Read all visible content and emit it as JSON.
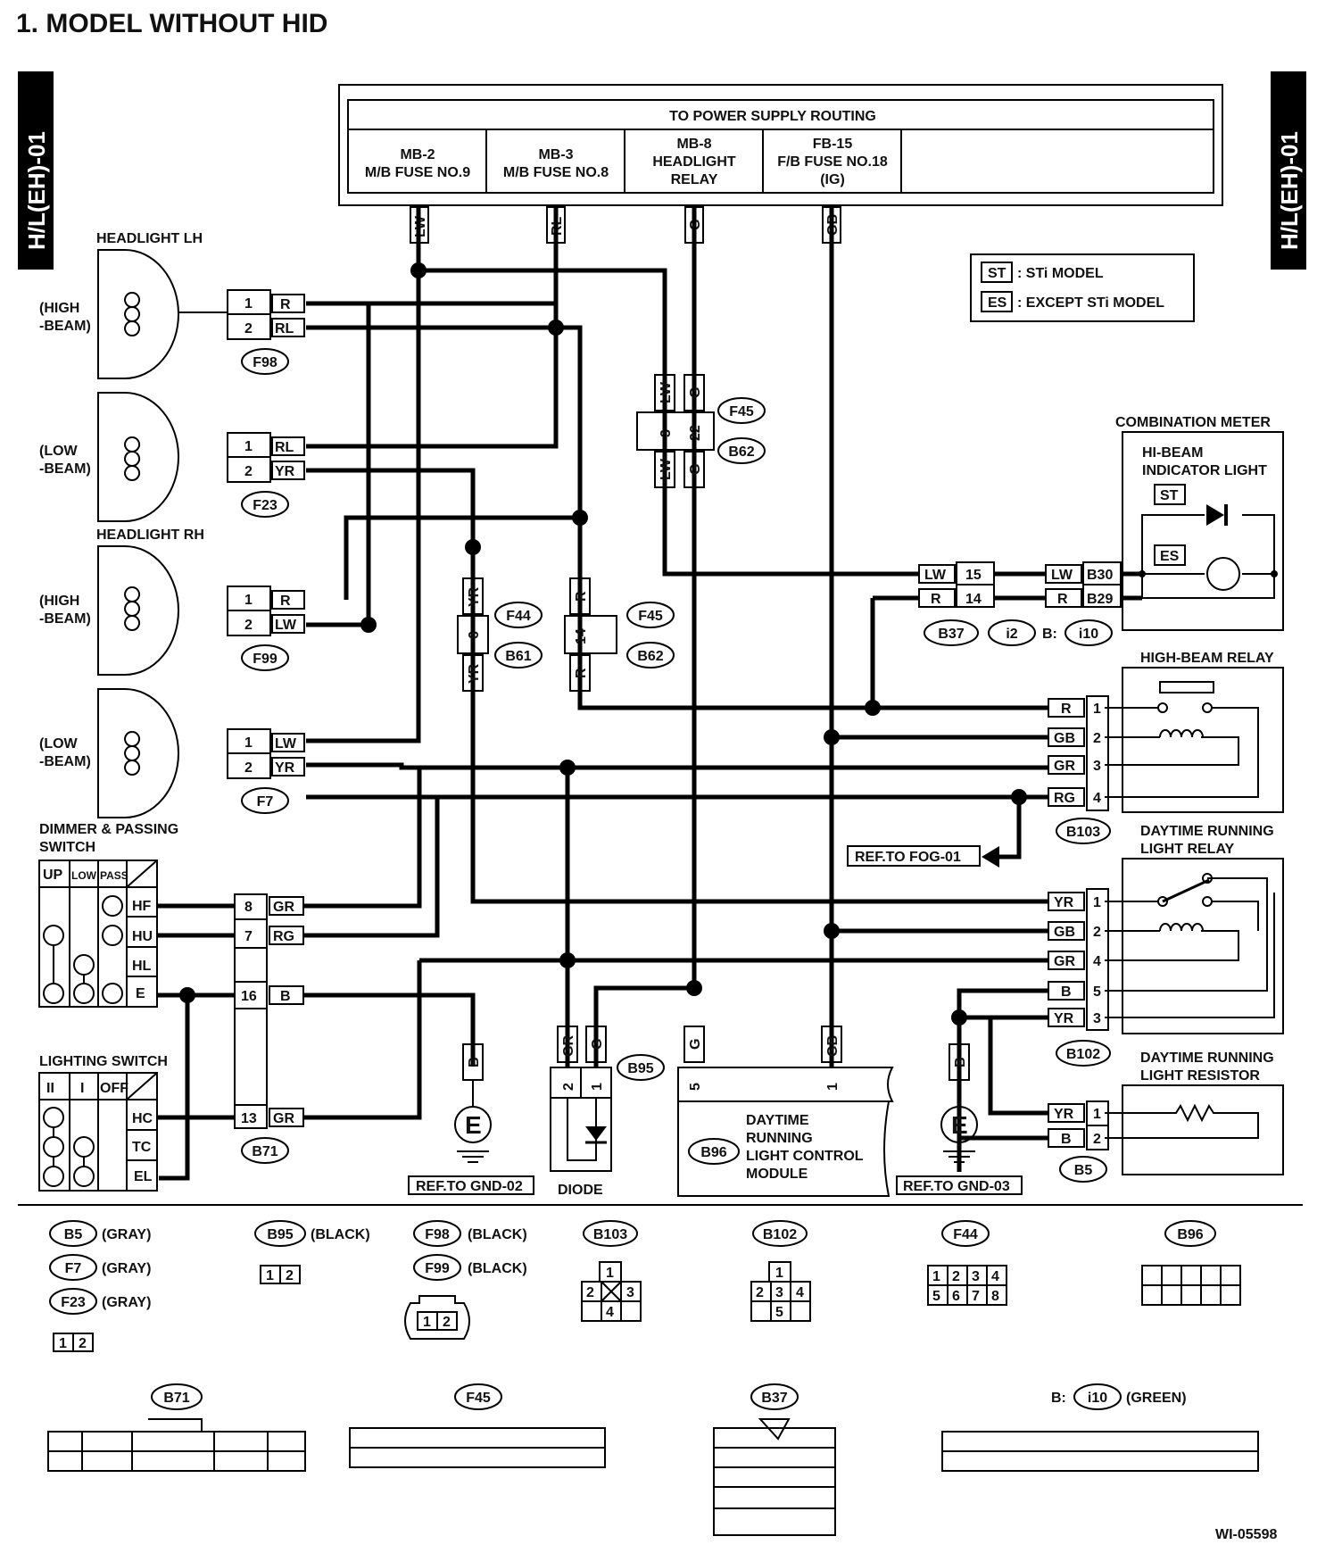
{
  "title": "1.  MODEL WITHOUT HID",
  "side_tab": "H/L(EH)-01",
  "footer_code": "WI-05598",
  "power_box": {
    "header": "TO POWER SUPPLY ROUTING",
    "cols": [
      [
        "MB-2",
        "M/B FUSE NO.9"
      ],
      [
        "MB-3",
        "M/B FUSE NO.8"
      ],
      [
        "MB-8",
        "HEADLIGHT",
        "RELAY"
      ],
      [
        "FB-15",
        "F/B FUSE NO.18",
        "(IG)"
      ]
    ]
  },
  "legend": {
    "st_key": "ST",
    "st_text": ": STi MODEL",
    "es_key": "ES",
    "es_text": ": EXCEPT STi MODEL"
  },
  "components": {
    "headlight_lh": "HEADLIGHT LH",
    "headlight_rh": "HEADLIGHT RH",
    "high_beam": [
      "(HIGH",
      "-BEAM)"
    ],
    "low_beam": [
      "(LOW",
      "-BEAM)"
    ],
    "combination_meter": "COMBINATION METER",
    "hi_beam_indicator": [
      "HI-BEAM",
      "INDICATOR LIGHT"
    ],
    "high_beam_relay": "HIGH-BEAM RELAY",
    "drl_relay": [
      "DAYTIME RUNNING",
      "LIGHT RELAY"
    ],
    "drl_resistor": [
      "DAYTIME RUNNING",
      "LIGHT RESISTOR"
    ],
    "dimmer_switch": [
      "DIMMER & PASSING",
      "SWITCH"
    ],
    "lighting_switch": "LIGHTING SWITCH",
    "diode": "DIODE",
    "drl_module": [
      "DAYTIME",
      "RUNNING",
      "LIGHT CONTROL",
      "MODULE"
    ],
    "ground": "E",
    "ref_fog": "REF.TO FOG-01",
    "ref_gnd2": "REF.TO GND-02",
    "ref_gnd3": "REF.TO GND-03",
    "b_prefix": "B:"
  },
  "dimmer_cols": [
    "UP",
    "LOW",
    "PASS"
  ],
  "dimmer_rows": [
    "HF",
    "HU",
    "HL",
    "E"
  ],
  "light_cols": [
    "II",
    "I",
    "OFF"
  ],
  "light_rows": [
    "HC",
    "TC",
    "EL"
  ],
  "connectors": {
    "F98": "F98",
    "F23": "F23",
    "F99": "F99",
    "F7": "F7",
    "F45": "F45",
    "B62": "B62",
    "F44": "F44",
    "B61": "B61",
    "B37": "B37",
    "i2": "i2",
    "i10": "i10",
    "B103": "B103",
    "B102": "B102",
    "B5": "B5",
    "B71": "B71",
    "B95": "B95",
    "B96": "B96"
  },
  "wires": {
    "LW": "LW",
    "RL": "RL",
    "G": "G",
    "GB": "GB",
    "R": "R",
    "YR": "YR",
    "GR": "GR",
    "RG": "RG",
    "B": "B"
  },
  "pins": {
    "p1": "1",
    "p2": "2",
    "p3": "3",
    "p4": "4",
    "p5": "5",
    "p6": "6",
    "p7": "7",
    "p8": "8",
    "p13": "13",
    "p14": "14",
    "p15": "15",
    "p16": "16",
    "p22": "22",
    "B30": "B30",
    "B29": "B29"
  },
  "connector_key": [
    {
      "id": "B5",
      "color": "(GRAY)"
    },
    {
      "id": "F7",
      "color": "(GRAY)"
    },
    {
      "id": "F23",
      "color": "(GRAY)"
    },
    {
      "id": "B95",
      "color": "(BLACK)"
    },
    {
      "id": "F98",
      "color": "(BLACK)"
    },
    {
      "id": "F99",
      "color": "(BLACK)"
    },
    {
      "id": "B103",
      "color": ""
    },
    {
      "id": "B102",
      "color": ""
    },
    {
      "id": "F44",
      "color": ""
    },
    {
      "id": "B96",
      "color": ""
    },
    {
      "id": "B71",
      "color": ""
    },
    {
      "id": "F45",
      "color": ""
    },
    {
      "id": "B37",
      "color": ""
    },
    {
      "id": "i10",
      "color": "(GREEN)"
    }
  ]
}
